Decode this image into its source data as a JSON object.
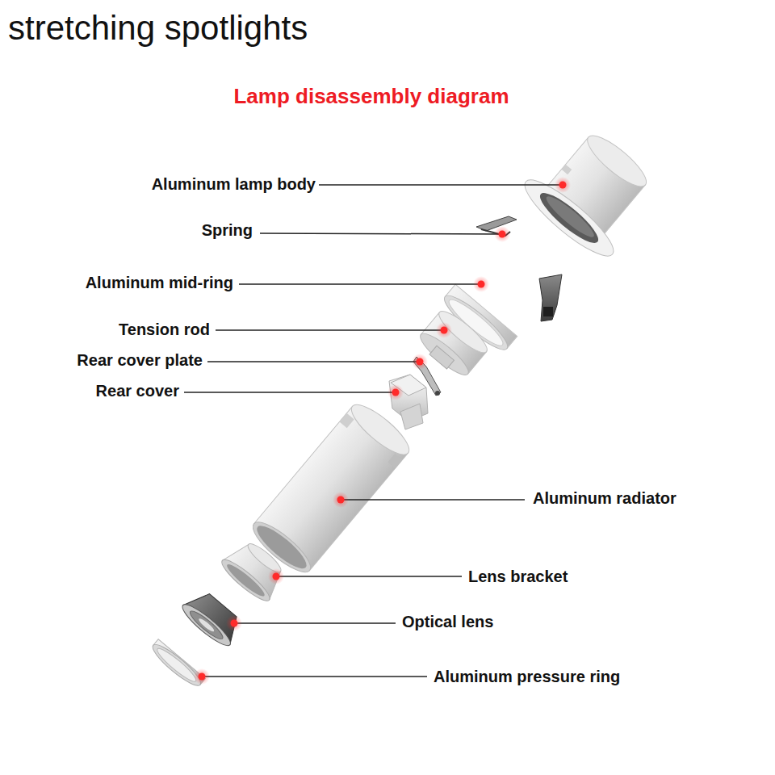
{
  "diagram": {
    "title": "stretching spotlights",
    "labels": [
      "Lamp disassembly diagram",
      "Aluminum lamp body",
      "Spring",
      "Aluminum mid-ring",
      "Tension rod",
      "Rear cover plate",
      "Rear cover",
      "Aluminum radiator",
      "Lens bracket",
      "Optical lens",
      "Aluminum pressure ring"
    ]
  }
}
